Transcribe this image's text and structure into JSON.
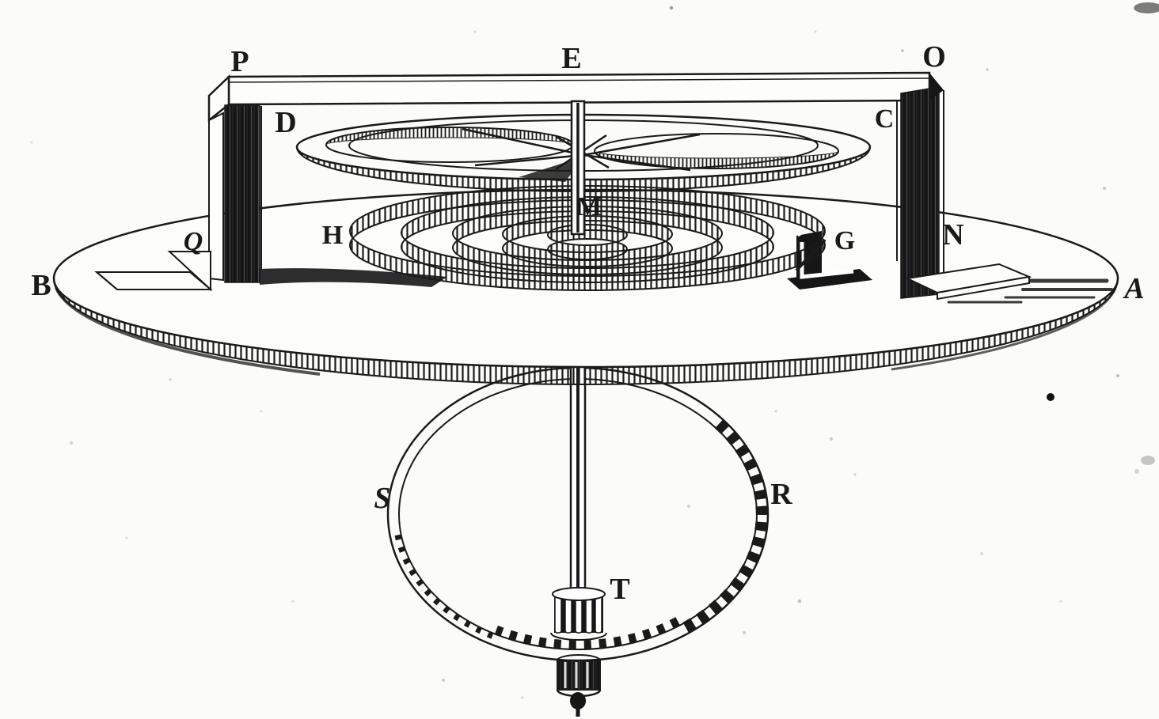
{
  "palette": {
    "paper": "#fbfbf8",
    "ink": "#1a1a1a"
  },
  "labels": {
    "A": "A",
    "B": "B",
    "C": "C",
    "D": "D",
    "E": "E",
    "G": "G",
    "H": "H",
    "M": "M",
    "N": "N",
    "O": "O",
    "P": "P",
    "Q": "Q",
    "R": "R",
    "S": "S",
    "T": "T"
  }
}
